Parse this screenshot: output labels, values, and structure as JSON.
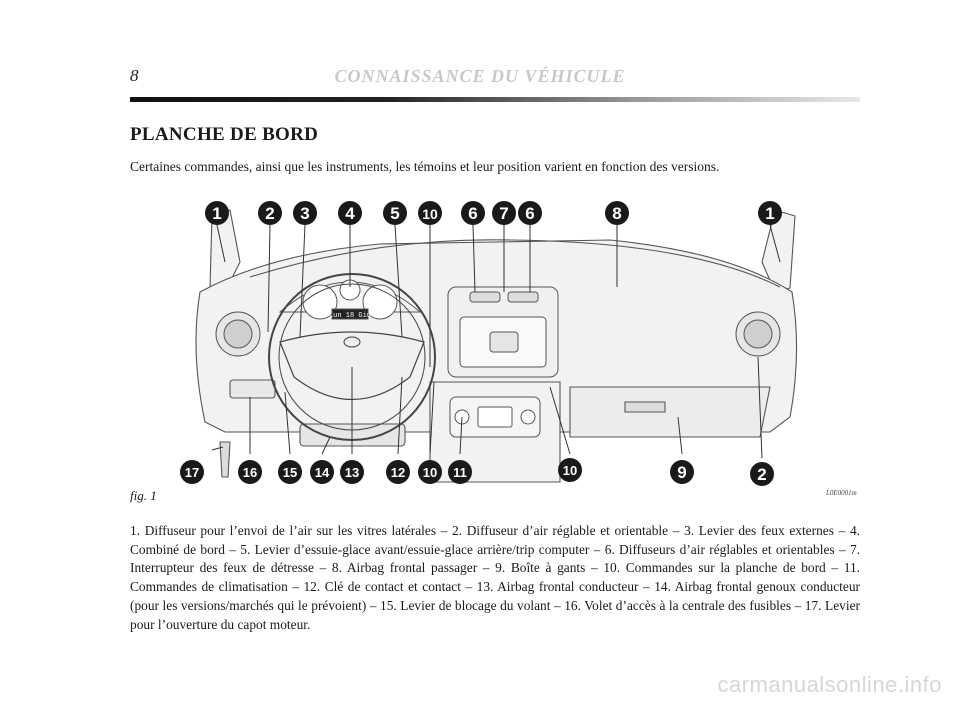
{
  "header": {
    "page_number": "8",
    "running_title": "CONNAISSANCE DU VÉHICULE"
  },
  "section": {
    "title": "PLANCHE DE BORD",
    "intro": "Certaines commandes, ainsi que les instruments, les témoins et leur position varient en fonction des versions."
  },
  "figure": {
    "label": "fig. 1",
    "code": "L0E0001m",
    "display_text": "Lun 18 Giu",
    "callouts_top": [
      "1",
      "2",
      "3",
      "4",
      "5",
      "10",
      "6",
      "7",
      "6",
      "8",
      "1"
    ],
    "callouts_bottom": [
      "17",
      "16",
      "15",
      "14",
      "13",
      "12",
      "10",
      "11",
      "10",
      "9",
      "2"
    ]
  },
  "caption": "1. Diffuseur pour l’envoi de l’air sur les vitres latérales – 2. Diffuseur d’air réglable et orientable – 3. Levier des feux externes – 4. Combiné de bord – 5. Levier d’essuie-glace avant/essuie-glace arrière/trip computer – 6. Diffuseurs d’air réglables et orientables – 7. Interrupteur des feux de détresse – 8. Airbag frontal passager – 9. Boîte à gants – 10. Commandes sur la planche de bord – 11. Commandes de climatisation – 12. Clé de contact et contact – 13. Airbag frontal conducteur – 14. Airbag frontal genoux conducteur (pour les versions/marchés qui le prévoient) – 15. Levier de blocage du volant – 16. Volet d’accès à la centrale des fusibles – 17. Levier pour l’ouverture du capot moteur.",
  "watermark": "carmanualsonline.info"
}
